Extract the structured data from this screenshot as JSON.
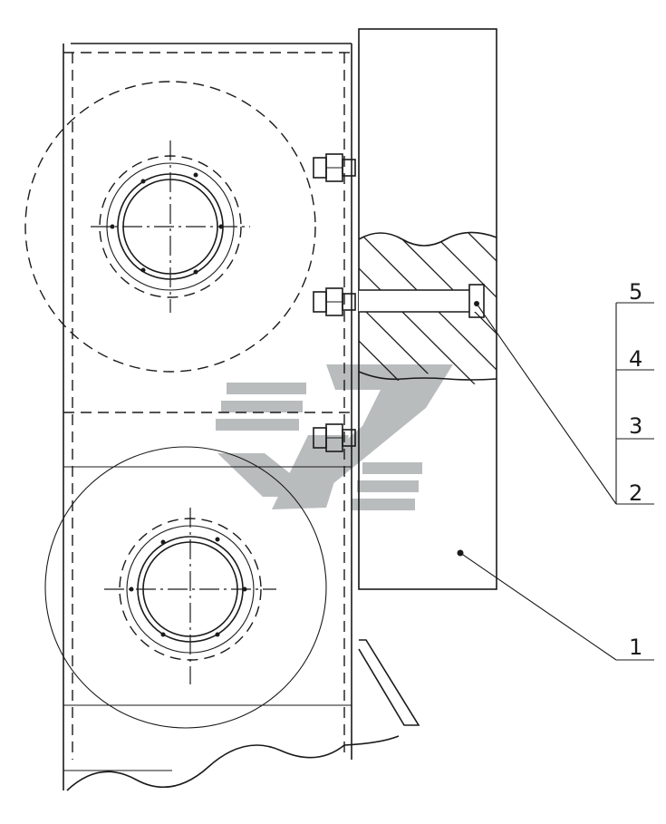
{
  "callouts": [
    {
      "label": "1"
    },
    {
      "label": "2"
    },
    {
      "label": "3"
    },
    {
      "label": "4"
    },
    {
      "label": "5"
    }
  ],
  "colors": {
    "line": "#1a1a1a",
    "watermark": "#b9bcbd",
    "background": "#ffffff"
  }
}
